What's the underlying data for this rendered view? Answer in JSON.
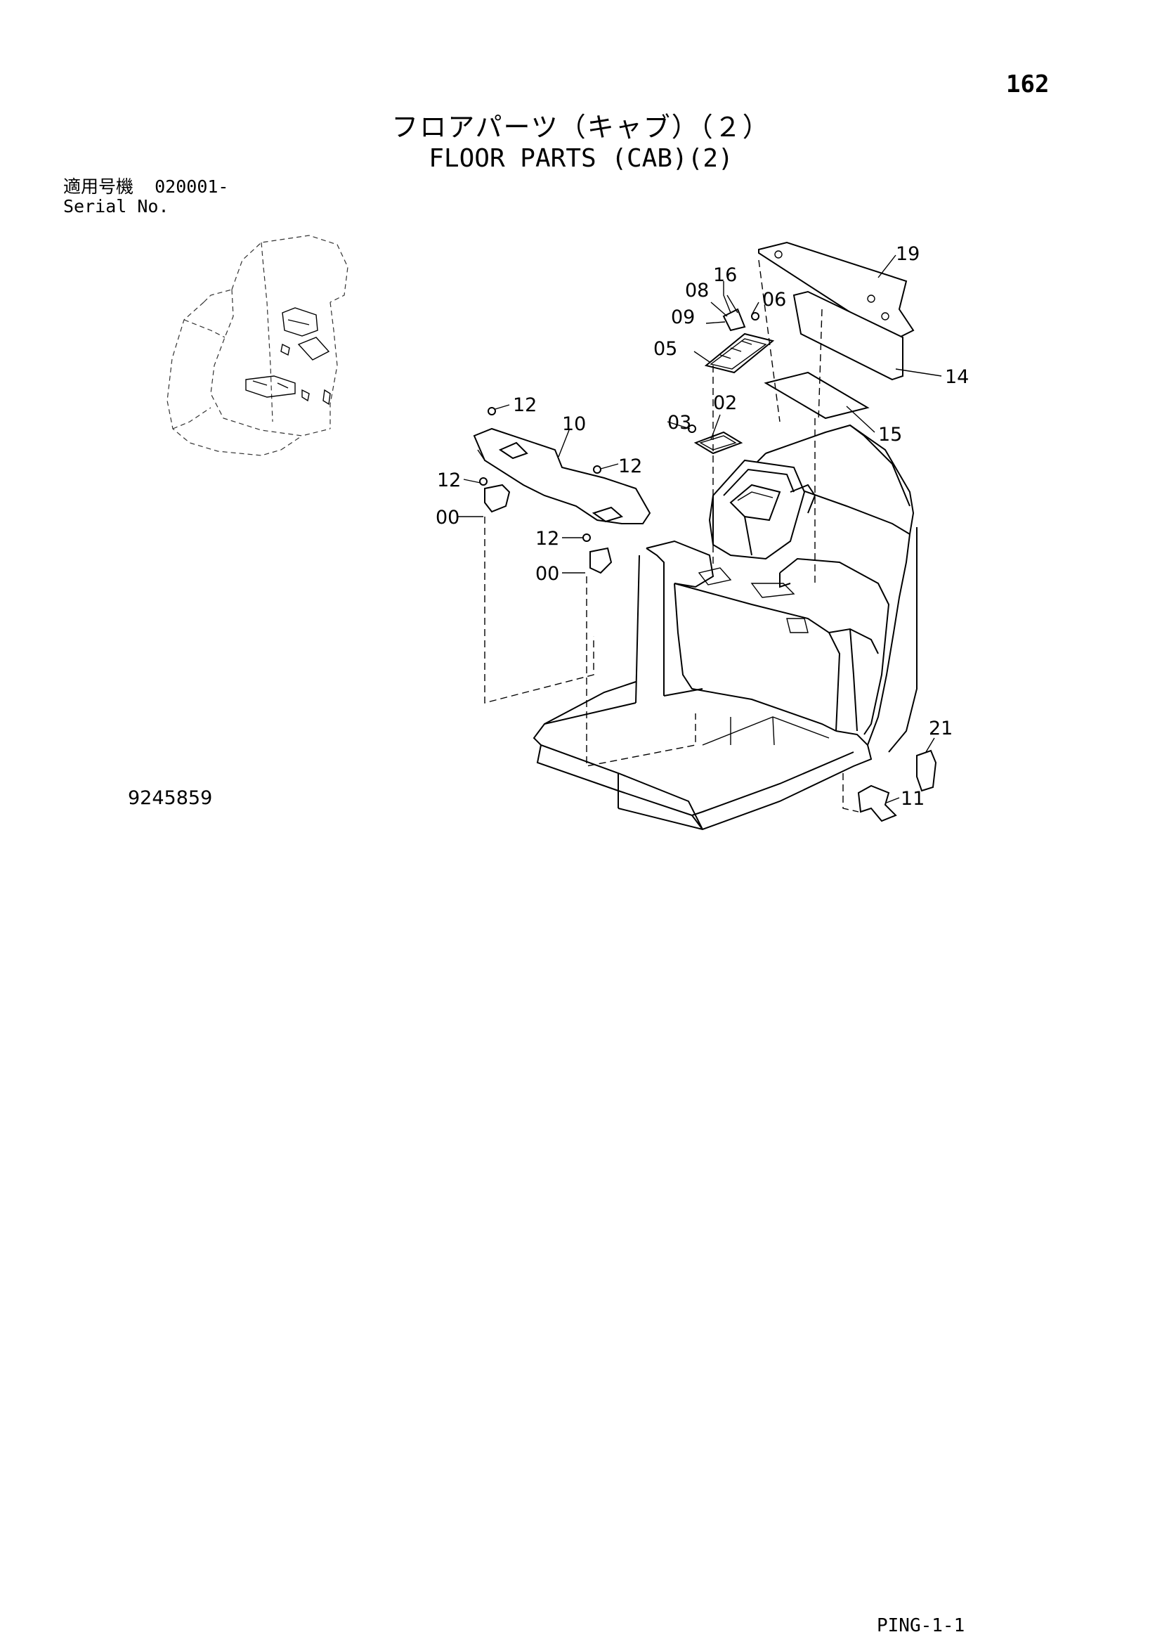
{
  "header": {
    "page_number": "162",
    "title_jp": "フロアパーツ（キャブ）（２）",
    "title_en": "FLOOR PARTS (CAB)(2)"
  },
  "serial": {
    "label_jp": "適用号機",
    "value": "020001-",
    "label_en": "Serial No."
  },
  "drawing_number": "9245859",
  "footer": {
    "code": "PING-1-1"
  },
  "callouts": {
    "p19": "19",
    "p16": "16",
    "p08": "08",
    "p06": "06",
    "p09": "09",
    "p05": "05",
    "p14": "14",
    "p12a": "12",
    "p10": "10",
    "p02": "02",
    "p03": "03",
    "p15": "15",
    "p12b": "12",
    "p12c": "12",
    "p00a": "00",
    "p12d": "12",
    "p00b": "00",
    "p21": "21",
    "p11": "11"
  }
}
